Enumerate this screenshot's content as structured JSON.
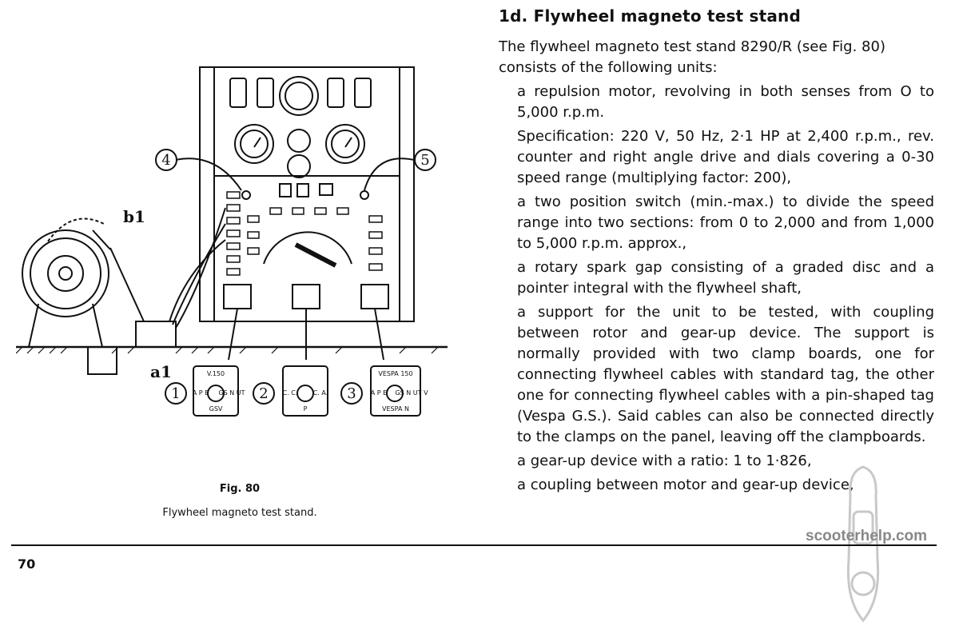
{
  "heading": "1d. Flywheel magneto test stand",
  "intro": "The flywheel magneto test stand 8290/R (see Fig. 80) consists of the following units:",
  "items": [
    "a repulsion motor, revolving in both senses from O to 5,000 r.p.m.",
    "Specification: 220 V, 50 Hz, 2·1 HP at 2,400 r.p.m., rev. counter and right angle drive and dials covering a 0-30 speed range (multiplying factor: 200),",
    "a two position switch (min.-max.) to divide the speed range into two sections: from 0 to 2,000 and from 1,000 to 5,000 r.p.m. approx.,",
    "a rotary spark gap consisting of a graded disc and a pointer integral with the flywheel shaft,",
    "a support for the unit to be tested, with coupling between rotor and gear-up device. The support is normally provided with two clamp boards, one for connecting flywheel cables with standard tag, the other one for connecting flywheel cables with a pin-shaped tag (Vespa G.S.). Said cables can also be connected directly to the clamps on the panel, leaving off the clampboards.",
    "a gear-up device with a ratio: 1 to 1·826,",
    "a coupling between motor and gear-up device,"
  ],
  "figure": {
    "caption_number": "Fig. 80",
    "caption_title": "Flywheel magneto test stand.",
    "callouts": [
      "1",
      "2",
      "3",
      "4",
      "5"
    ],
    "label_a": "a1",
    "label_b": "b1",
    "switch1": {
      "top": "V.150",
      "left": "A P E",
      "right": "GS N UT",
      "bottom": "GSV"
    },
    "switch2": {
      "left": "C. C.",
      "right": "C. A.",
      "bottom": "P"
    },
    "switch3": {
      "top": "VESPA 150",
      "left": "A P E",
      "right": "GS N UT V",
      "bottom": "VESPA N"
    }
  },
  "page_number": "70",
  "watermark": "scooterhelp.com"
}
